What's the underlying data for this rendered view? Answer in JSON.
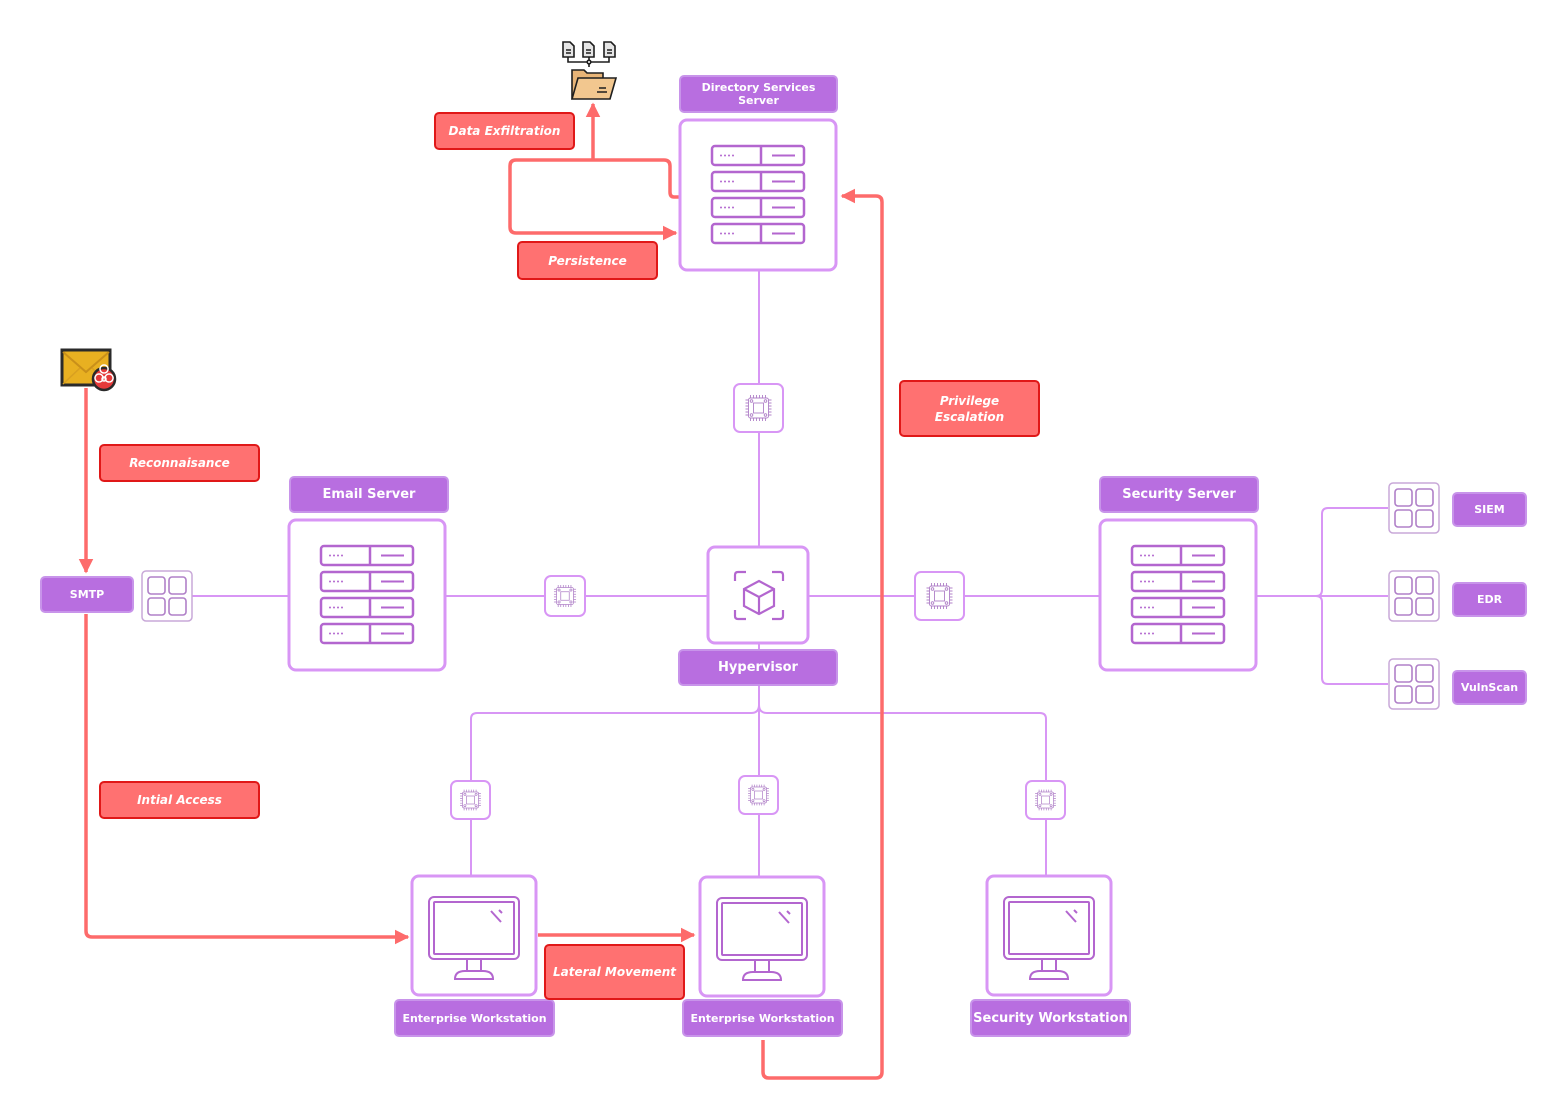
{
  "diagram": {
    "colors": {
      "node_border": "#d896f5",
      "node_label_bg": "#b86ee0",
      "icon_stroke": "#b366cf",
      "attack_path": "#fd6b6b",
      "attack_label_bg": "#ff7171",
      "attack_label_border": "#e01818"
    },
    "nodes": {
      "directory_server": {
        "label": "Directory Services Server",
        "icon": "server-rack-icon"
      },
      "email_server": {
        "label": "Email Server",
        "icon": "server-rack-icon"
      },
      "security_server": {
        "label": "Security Server",
        "icon": "server-rack-icon"
      },
      "hypervisor": {
        "label": "Hypervisor",
        "icon": "virtual-cube-icon"
      },
      "smtp": {
        "label": "SMTP",
        "icon": "app-grid-icon"
      },
      "siem": {
        "label": "SIEM",
        "icon": "app-grid-icon"
      },
      "edr": {
        "label": "EDR",
        "icon": "app-grid-icon"
      },
      "vulnscan": {
        "label": "VulnScan",
        "icon": "app-grid-icon"
      },
      "workstation_1": {
        "label": "Enterprise Workstation",
        "icon": "monitor-icon"
      },
      "workstation_2": {
        "label": "Enterprise Workstation",
        "icon": "monitor-icon"
      },
      "security_workstation": {
        "label": "Security Workstation",
        "icon": "monitor-icon"
      }
    },
    "attack_stages": [
      {
        "id": "reconnaisance",
        "label": "Reconnaisance"
      },
      {
        "id": "initial_access",
        "label": "Intial Access"
      },
      {
        "id": "lateral_movement",
        "label": "Lateral Movement"
      },
      {
        "id": "privilege_escalation",
        "label": "Privilege Escalation"
      },
      {
        "id": "persistence",
        "label": "Persistence"
      },
      {
        "id": "data_exfiltration",
        "label": "Data Exfiltration"
      }
    ],
    "icons": {
      "phishing_email": "malicious-email-icon",
      "exfil_target": "documents-folder-icon",
      "network_chip": "cpu-chip-icon"
    }
  }
}
